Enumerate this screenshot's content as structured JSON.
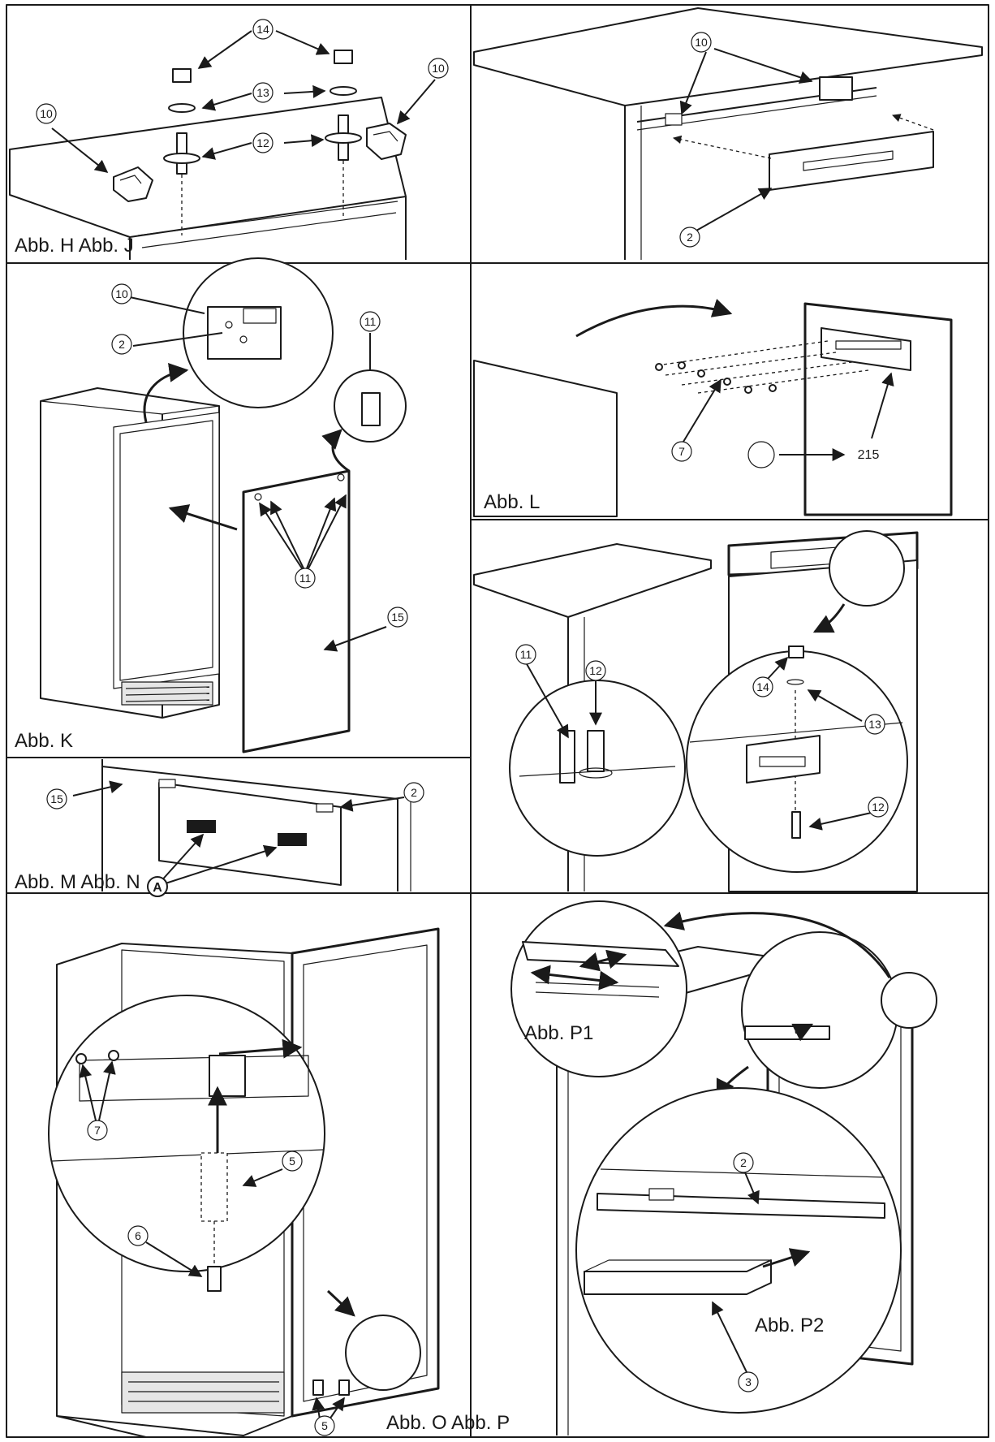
{
  "panels": {
    "h": {
      "caption": "Abb. H Abb. J",
      "callouts": [
        "14",
        "14",
        "13",
        "12",
        "10",
        "10"
      ]
    },
    "j": {
      "callouts": [
        "10",
        "2"
      ]
    },
    "k": {
      "caption": "Abb. K",
      "callouts": [
        "10",
        "2",
        "11",
        "11",
        "15"
      ]
    },
    "l": {
      "caption": "Abb. L",
      "callouts": [
        "7",
        "215"
      ]
    },
    "detail": {
      "callouts": [
        "11",
        "12",
        "14",
        "13",
        "12"
      ]
    },
    "m": {
      "caption": "Abb. M Abb. N",
      "callouts": [
        "15",
        "2"
      ],
      "marker": "A"
    },
    "o": {
      "caption": "Abb. O Abb. P",
      "callouts": [
        "7",
        "5",
        "6",
        "5"
      ]
    },
    "p": {
      "caption_p1": "Abb. P1",
      "caption_p2": "Abb. P2",
      "callouts": [
        "2",
        "3"
      ]
    }
  }
}
